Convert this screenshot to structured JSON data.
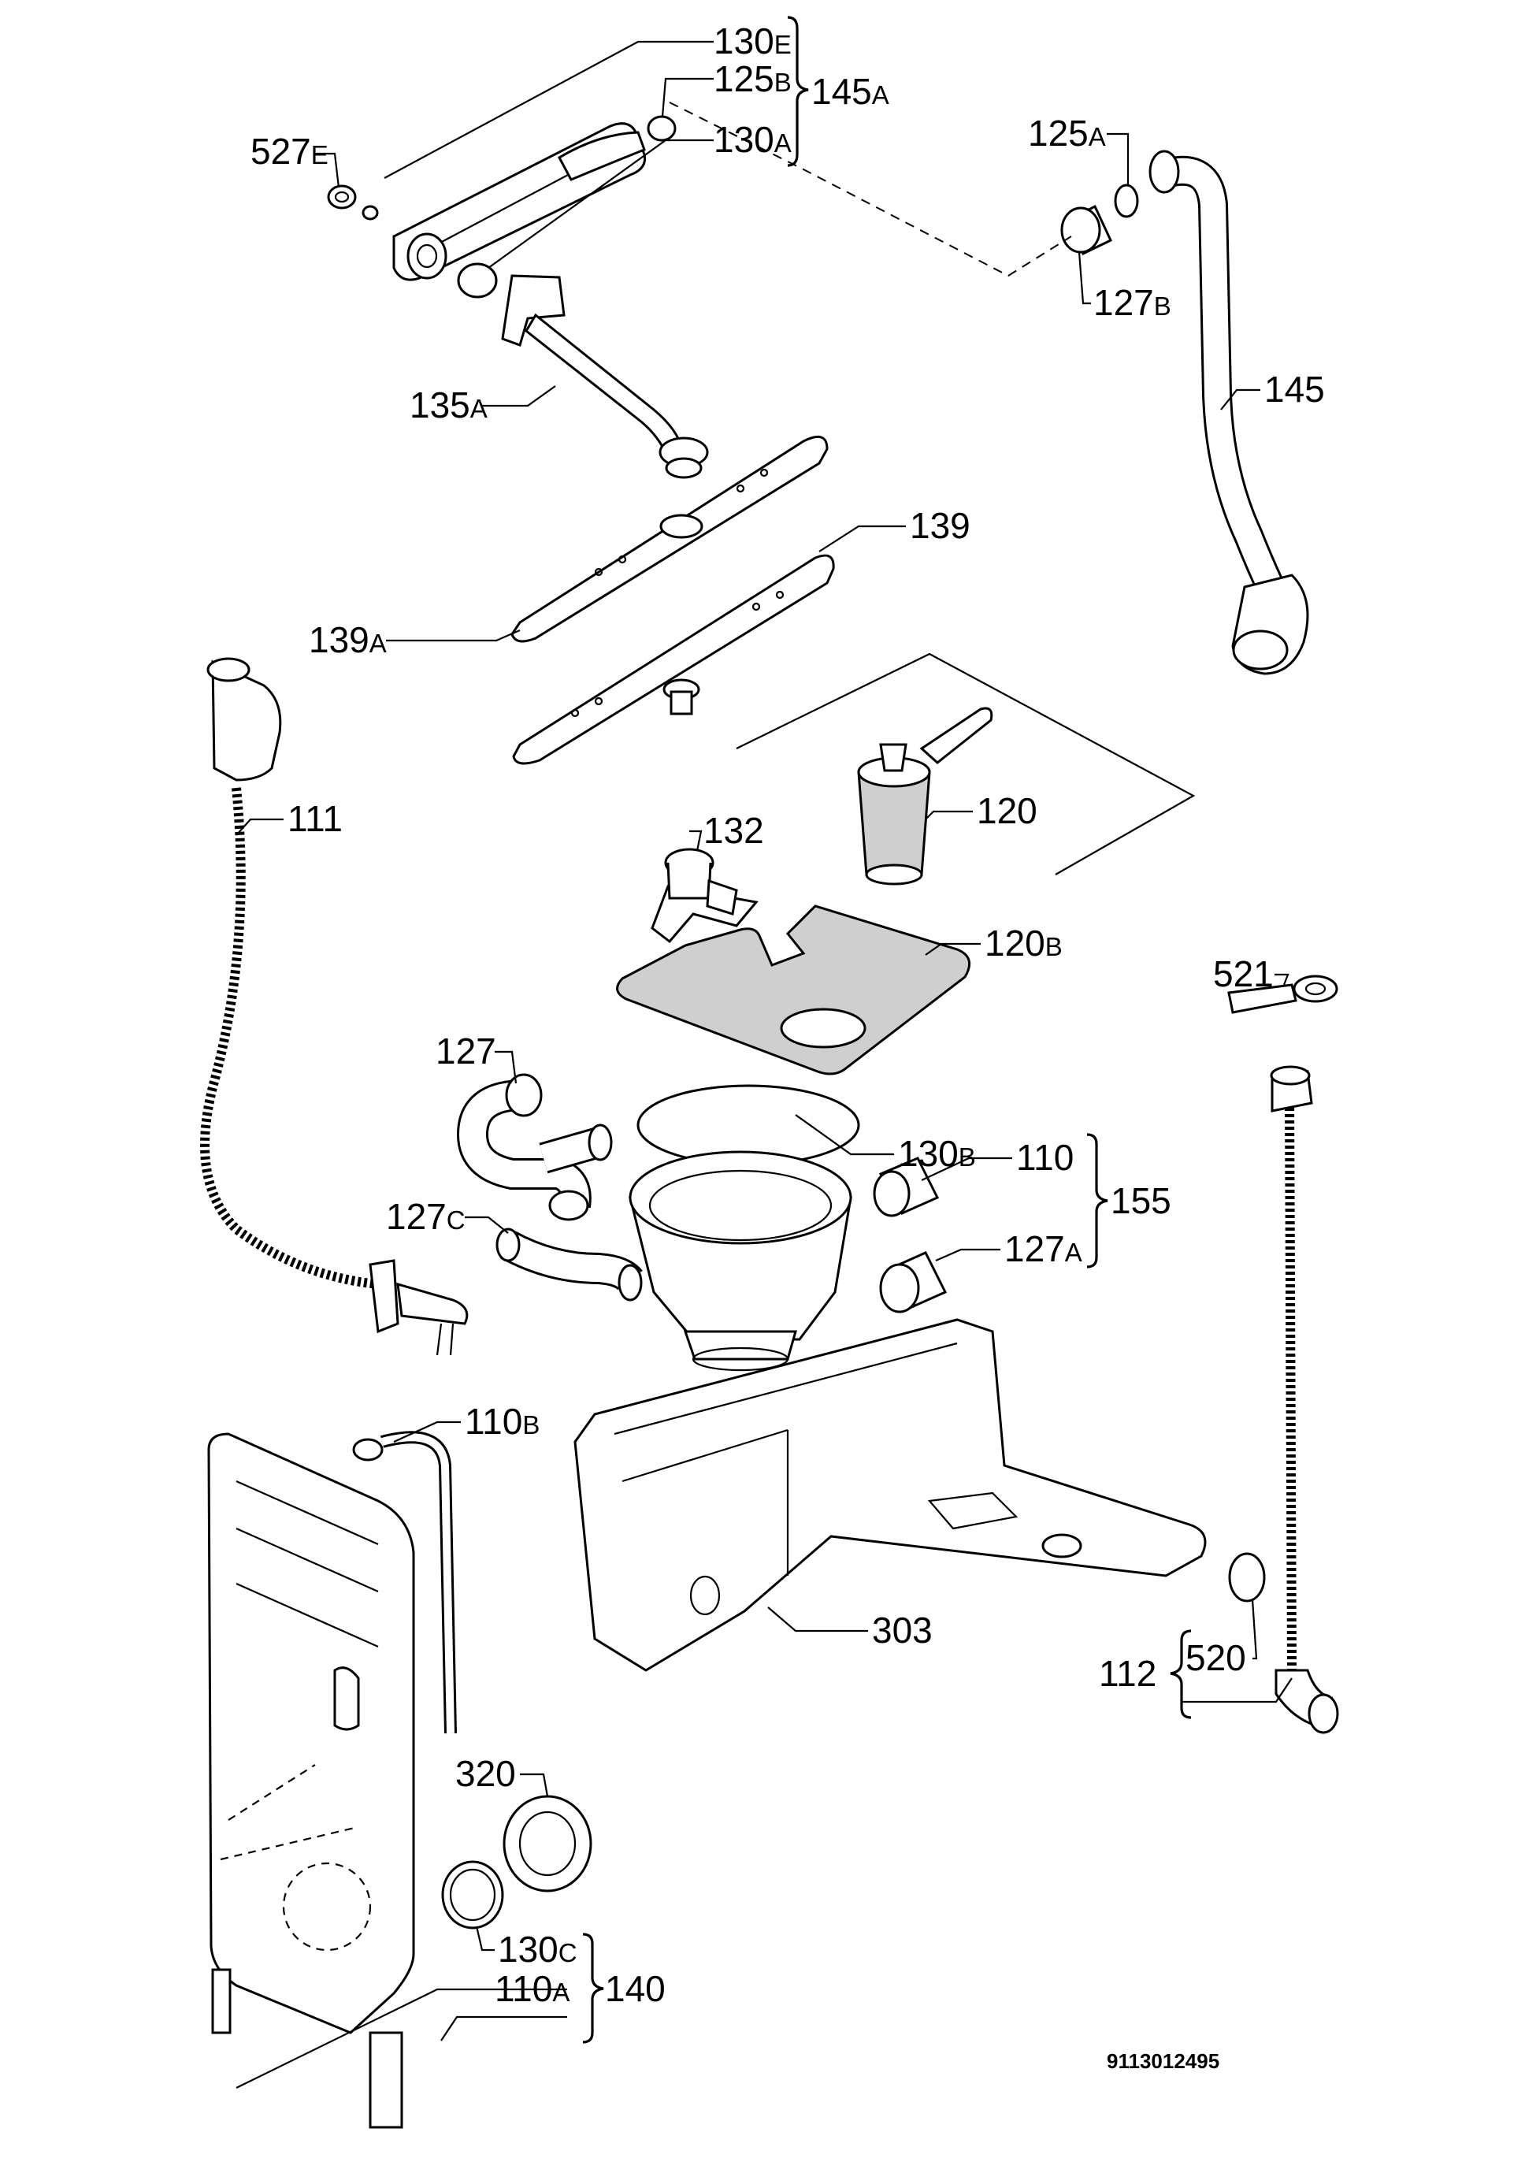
{
  "document_number": "9113012495",
  "callouts": [
    {
      "id": "c-130e",
      "num": "130",
      "sfx": "E"
    },
    {
      "id": "c-125b",
      "num": "125",
      "sfx": "B"
    },
    {
      "id": "c-130a",
      "num": "130",
      "sfx": "A"
    },
    {
      "id": "c-145a",
      "num": "145",
      "sfx": "A"
    },
    {
      "id": "c-527e",
      "num": "527",
      "sfx": "E"
    },
    {
      "id": "c-125a",
      "num": "125",
      "sfx": "A"
    },
    {
      "id": "c-127b",
      "num": "127",
      "sfx": "B"
    },
    {
      "id": "c-145",
      "num": "145",
      "sfx": ""
    },
    {
      "id": "c-135a",
      "num": "135",
      "sfx": "A"
    },
    {
      "id": "c-139",
      "num": "139",
      "sfx": ""
    },
    {
      "id": "c-139a",
      "num": "139",
      "sfx": "A"
    },
    {
      "id": "c-111",
      "num": "111",
      "sfx": ""
    },
    {
      "id": "c-120",
      "num": "120",
      "sfx": ""
    },
    {
      "id": "c-132",
      "num": "132",
      "sfx": ""
    },
    {
      "id": "c-120b",
      "num": "120",
      "sfx": "B"
    },
    {
      "id": "c-521",
      "num": "521",
      "sfx": ""
    },
    {
      "id": "c-127",
      "num": "127",
      "sfx": ""
    },
    {
      "id": "c-130b",
      "num": "130",
      "sfx": "B"
    },
    {
      "id": "c-110",
      "num": "110",
      "sfx": ""
    },
    {
      "id": "c-155",
      "num": "155",
      "sfx": ""
    },
    {
      "id": "c-127c",
      "num": "127",
      "sfx": "C"
    },
    {
      "id": "c-127a",
      "num": "127",
      "sfx": "A"
    },
    {
      "id": "c-110b",
      "num": "110",
      "sfx": "B"
    },
    {
      "id": "c-303",
      "num": "303",
      "sfx": ""
    },
    {
      "id": "c-112",
      "num": "112",
      "sfx": ""
    },
    {
      "id": "c-520",
      "num": "520",
      "sfx": ""
    },
    {
      "id": "c-320",
      "num": "320",
      "sfx": ""
    },
    {
      "id": "c-130c",
      "num": "130",
      "sfx": "C"
    },
    {
      "id": "c-110a",
      "num": "110",
      "sfx": "A"
    },
    {
      "id": "c-140",
      "num": "140",
      "sfx": ""
    }
  ]
}
